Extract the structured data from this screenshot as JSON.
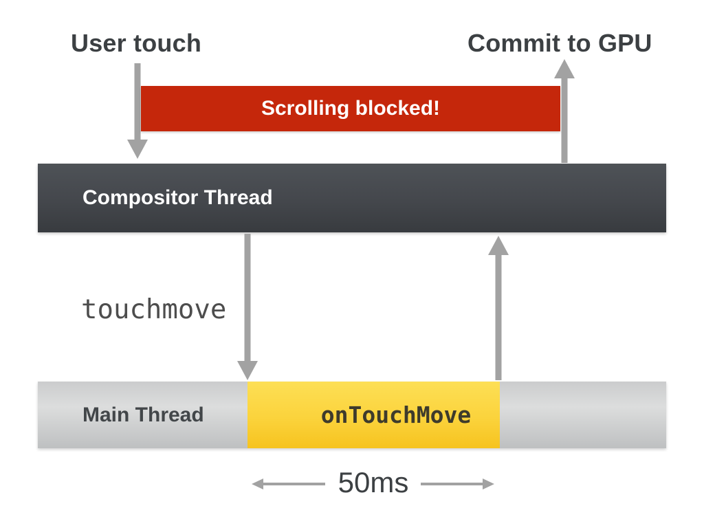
{
  "labels": {
    "user_touch": "User touch",
    "commit_to_gpu": "Commit to GPU",
    "scrolling_blocked": "Scrolling blocked!",
    "compositor_thread": "Compositor Thread",
    "touchmove": "touchmove",
    "main_thread": "Main Thread",
    "on_touch_move": "onTouchMove",
    "duration": "50ms"
  },
  "colors": {
    "blocked_red": "#c5270b",
    "compositor_dark_top": "#4e5257",
    "compositor_dark_bottom": "#383b3f",
    "main_gray_top": "#cbcccd",
    "main_gray_bottom": "#bec0c1",
    "task_yellow_top": "#fddf55",
    "task_yellow_bottom": "#f6c31f",
    "arrow_gray": "#a2a2a2",
    "heading_text": "#3c4043",
    "blocked_label_text": "#ffffff",
    "thread_label_text": "#ffffff"
  }
}
